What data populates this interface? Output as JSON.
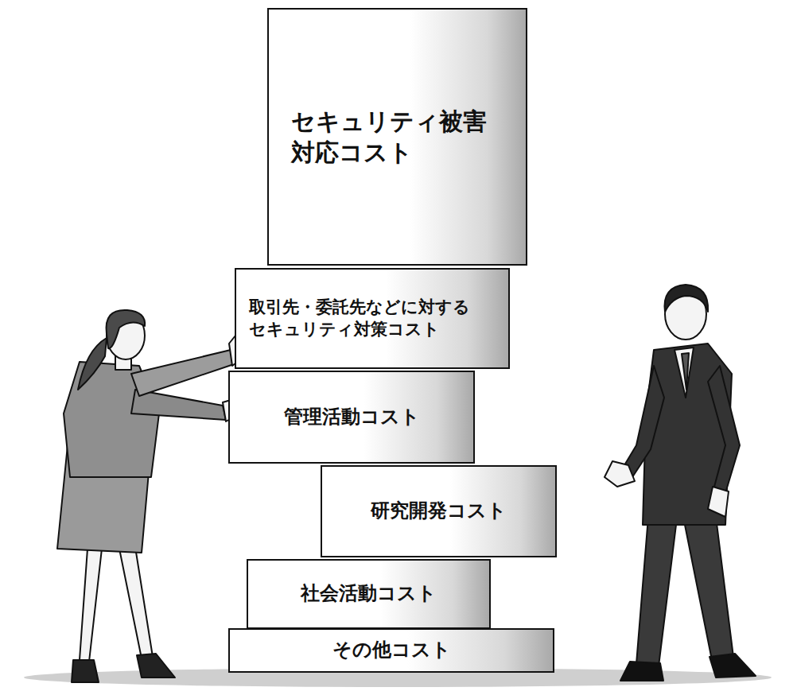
{
  "diagram": {
    "nodes": [
      {
        "text": [
          "セキュリティ被害 対応コスト"
        ]
      },
      {
        "text": [
          "取引先・委託先などに対する セキュリティ対策コスト"
        ]
      },
      {
        "text": [
          "管理活動コスト"
        ]
      },
      {
        "text": [
          "研究開発コスト"
        ]
      },
      {
        "text": [
          "社会活動コスト"
        ]
      },
      {
        "text": [
          "その他コスト"
        ]
      }
    ]
  }
}
